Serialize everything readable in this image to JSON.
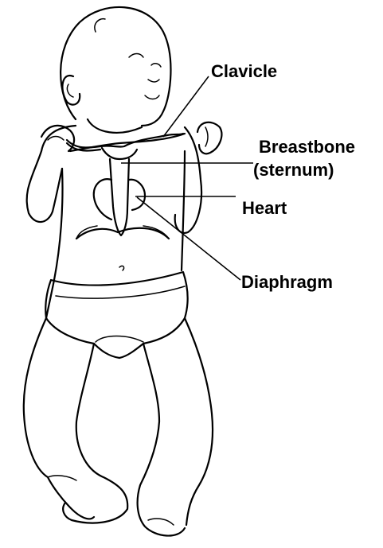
{
  "labels": {
    "clavicle": "Clavicle",
    "breastbone": "Breastbone",
    "sternum": "(sternum)",
    "heart": "Heart",
    "diaphragm": "Diaphragm"
  },
  "colors": {
    "ink": "#000000",
    "background": "#ffffff"
  }
}
